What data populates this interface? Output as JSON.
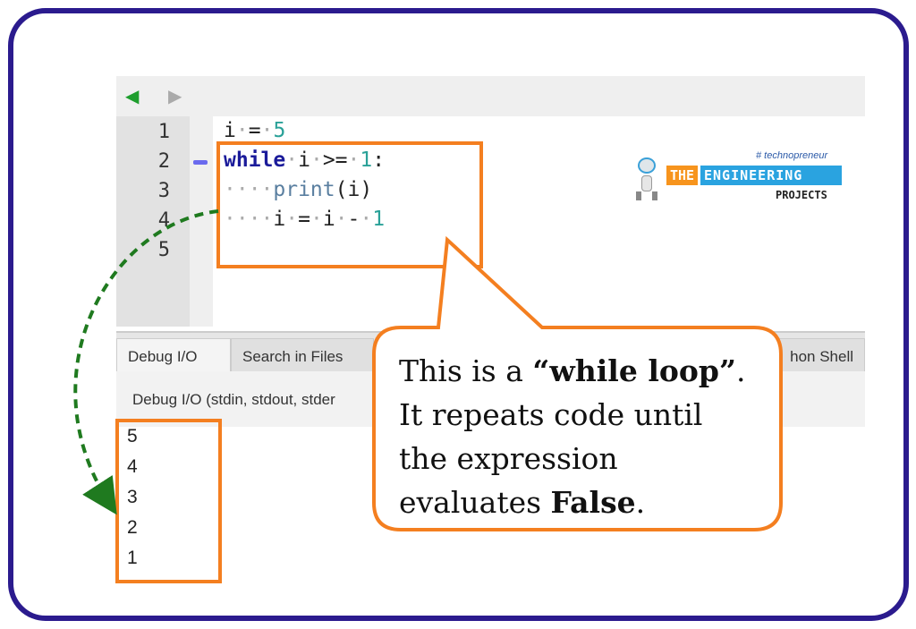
{
  "toolbar": {
    "back_icon": "triangle-left-icon",
    "forward_icon": "triangle-right-icon"
  },
  "editor": {
    "line_numbers": [
      "1",
      "2",
      "3",
      "4",
      "5"
    ]
  },
  "tabs": [
    {
      "label": "Debug I/O",
      "active": true
    },
    {
      "label": "Search in Files"
    },
    {
      "label": "hon Shell"
    }
  ],
  "debug_header": "Debug I/O (stdin, stdout, stder",
  "output": [
    "5",
    "4",
    "3",
    "2",
    "1"
  ],
  "logo": {
    "tag": "# technopreneur",
    "the": "THE",
    "engineering": "ENGINEERING",
    "projects": "PROJECTS"
  },
  "callout": {
    "p1": "This is a ",
    "b1": "“while loop”",
    "p2": ".",
    "line2": "It repeats code until",
    "line3": "the expression",
    "p4": "evaluates ",
    "b4": "False",
    "p5": "."
  },
  "colors": {
    "frame": "#2b1b8e",
    "highlight": "#f47f20",
    "arrow": "#1f7a1f"
  }
}
